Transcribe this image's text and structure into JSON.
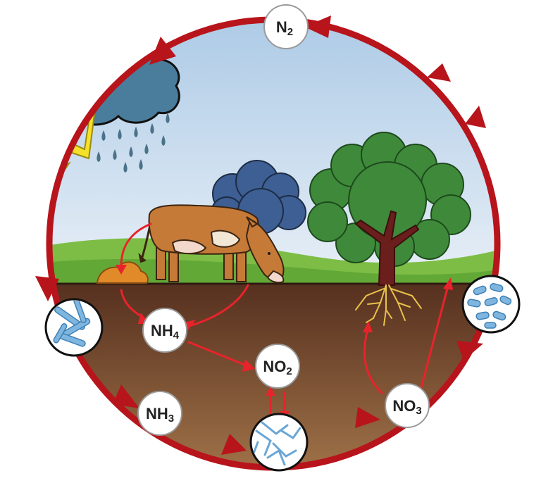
{
  "diagram": {
    "type": "nitrogen-cycle-illustration",
    "colors": {
      "cycle_ring": "#b8141b",
      "small_arrows": "#e8232b",
      "sky_top": "#aecbe6",
      "sky_bottom": "#e6eef6",
      "grass": "#6fb23a",
      "soil_top": "#5a3425",
      "soil_bottom": "#9a6c45",
      "cloud": "#4a7d9c",
      "lightning": "#f5e12a",
      "cow": "#c57a38",
      "tree_foliage": "#3f8a3a",
      "bush": "#3d5f92",
      "bacteria": "#7fb6e0"
    },
    "nodes": {
      "n2": {
        "main": "N",
        "sub": "2"
      },
      "nh4": {
        "main": "NH",
        "sub": "4"
      },
      "no2": {
        "main": "NO",
        "sub": "2"
      },
      "nh3": {
        "main": "NH",
        "sub": "3"
      },
      "no3": {
        "main": "NO",
        "sub": "3"
      }
    },
    "bacteria_icons": [
      "fixing-bacteria-icon",
      "nitrifying-bacteria-icon",
      "denitrifying-bacteria-icon"
    ]
  }
}
